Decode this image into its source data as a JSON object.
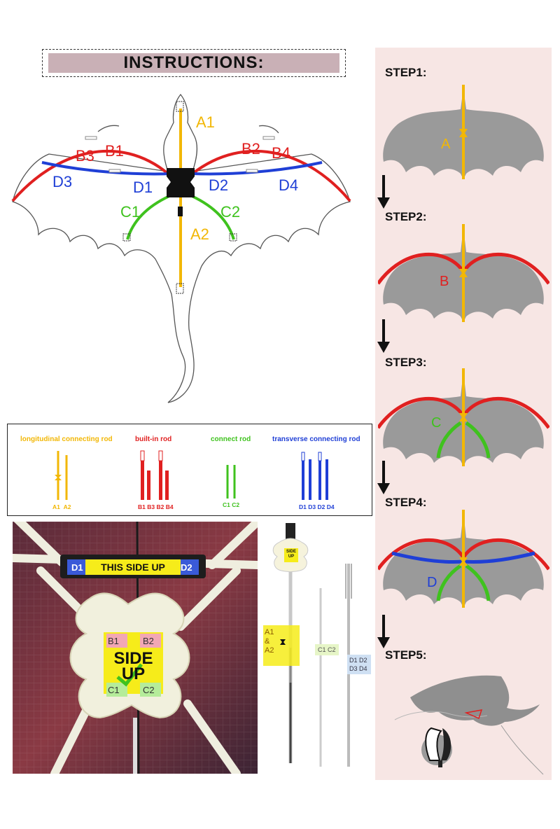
{
  "title": "INSTRUCTIONS:",
  "main_diagram": {
    "labels": {
      "a1": "A1",
      "a2": "A2",
      "b1": "B1",
      "b2": "B2",
      "b3": "B3",
      "b4": "B4",
      "c1": "C1",
      "c2": "C2",
      "d1": "D1",
      "d2": "D2",
      "d3": "D3",
      "d4": "D4"
    }
  },
  "legend": {
    "longitudinal": {
      "title": "longitudinal connecting rod",
      "captions": [
        "A1",
        "A2"
      ],
      "color": "#f2b705"
    },
    "builtin": {
      "title": "built-in rod",
      "captions": [
        "B1",
        "B3",
        "B2",
        "B4"
      ],
      "color": "#e02020"
    },
    "connect": {
      "title": "connect rod",
      "captions": [
        "C1",
        "C2"
      ],
      "color": "#3fc21e"
    },
    "transverse": {
      "title": "transverse connecting rod",
      "captions": [
        "D1",
        "D3",
        "D2",
        "D4"
      ],
      "color": "#1f3fd6"
    }
  },
  "steps": [
    {
      "label": "STEP1:",
      "marker": "A"
    },
    {
      "label": "STEP2:",
      "marker": "B"
    },
    {
      "label": "STEP3:",
      "marker": "C"
    },
    {
      "label": "STEP4:",
      "marker": "D"
    },
    {
      "label": "STEP5:",
      "marker": ""
    }
  ],
  "photo1": {
    "connector_text": "THIS SIDE UP",
    "d1": "D1",
    "d2": "D2",
    "hub_text_1": "SIDE",
    "hub_text_2": "UP",
    "b1": "B1",
    "b2": "B2",
    "c1": "C1",
    "c2": "C2"
  },
  "photo2": {
    "tag_a": [
      "A1",
      "&",
      "A2"
    ],
    "tag_c": "C1 C2",
    "tag_d": [
      "D1 D2",
      "D3 D4"
    ],
    "hub_text": "SIDE UP"
  }
}
